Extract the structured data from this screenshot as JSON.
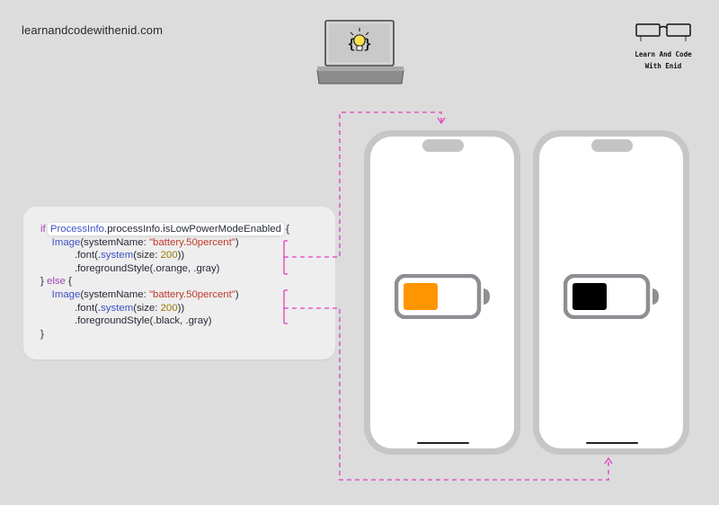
{
  "site_url": "learnandcodewithenid.com",
  "brand": {
    "line1": "Learn And Code",
    "line2": "With Enid"
  },
  "laptop": {
    "icon_text": "{ }"
  },
  "code": {
    "lines": [
      [
        {
          "t": "if ",
          "c": "kw"
        },
        {
          "t": "ProcessInfo",
          "c": "ty",
          "hl": true
        },
        {
          "t": ".processInfo.isLowPowerModeEnabled",
          "c": "",
          "hl": true
        },
        {
          "t": " {",
          "c": ""
        }
      ],
      [
        {
          "t": "    ",
          "c": ""
        },
        {
          "t": "Image",
          "c": "ty"
        },
        {
          "t": "(systemName: ",
          "c": ""
        },
        {
          "t": "\"battery.50percent\"",
          "c": "str"
        },
        {
          "t": ")",
          "c": ""
        }
      ],
      [
        {
          "t": "            .font(.",
          "c": ""
        },
        {
          "t": "system",
          "c": "ty"
        },
        {
          "t": "(size: ",
          "c": ""
        },
        {
          "t": "200",
          "c": "num"
        },
        {
          "t": "))",
          "c": ""
        }
      ],
      [
        {
          "t": "            .foregroundStyle(.orange, .gray)",
          "c": ""
        }
      ],
      [
        {
          "t": "} ",
          "c": ""
        },
        {
          "t": "else",
          "c": "kw"
        },
        {
          "t": " {",
          "c": ""
        }
      ],
      [
        {
          "t": "    ",
          "c": ""
        },
        {
          "t": "Image",
          "c": "ty"
        },
        {
          "t": "(systemName: ",
          "c": ""
        },
        {
          "t": "\"battery.50percent\"",
          "c": "str"
        },
        {
          "t": ")",
          "c": ""
        }
      ],
      [
        {
          "t": "            .font(.",
          "c": ""
        },
        {
          "t": "system",
          "c": "ty"
        },
        {
          "t": "(size: ",
          "c": ""
        },
        {
          "t": "200",
          "c": "num"
        },
        {
          "t": "))",
          "c": ""
        }
      ],
      [
        {
          "t": "            .foregroundStyle(.black, .gray)",
          "c": ""
        }
      ],
      [
        {
          "t": "}",
          "c": ""
        }
      ]
    ]
  },
  "phones": [
    {
      "battery_fill_color": "#ff9500",
      "battery_level": 0.5
    },
    {
      "battery_fill_color": "#000000",
      "battery_level": 0.5
    }
  ],
  "colors": {
    "background": "#dcdcdc",
    "connector": "#e040c0",
    "battery_outline": "#8e8e93",
    "keyword": "#a346b8",
    "type": "#3f52c4",
    "string": "#c0392b",
    "number": "#9a7a00"
  },
  "icons": [
    "laptop-lightbulb-icon",
    "glasses-logo-icon",
    "battery-icon"
  ]
}
